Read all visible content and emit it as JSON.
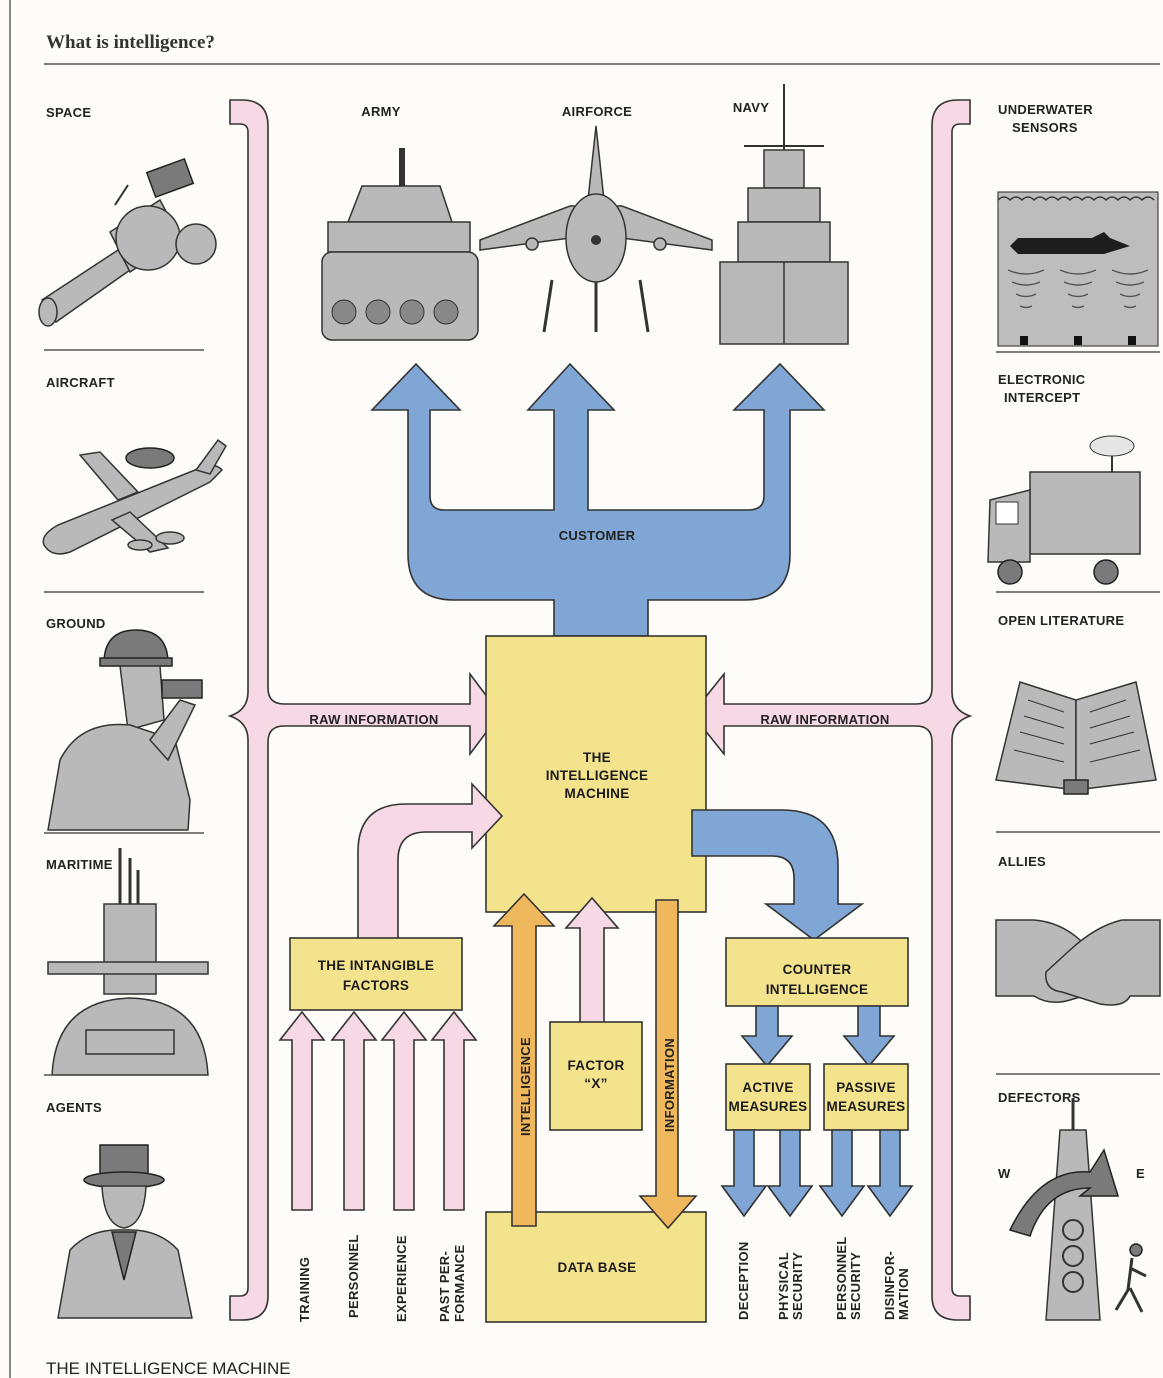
{
  "header": {
    "title": "What is intelligence?"
  },
  "footer": {
    "caption": "THE INTELLIGENCE MACHINE"
  },
  "left_sources": {
    "space": "SPACE",
    "aircraft": "AIRCRAFT",
    "ground": "GROUND",
    "maritime": "MARITIME",
    "agents": "AGENTS"
  },
  "right_sources": {
    "underwater_1": "UNDERWATER",
    "underwater_2": "SENSORS",
    "electronic_1": "ELECTRONIC",
    "electronic_2": "INTERCEPT",
    "open_literature": "OPEN LITERATURE",
    "allies": "ALLIES",
    "defectors": "DEFECTORS",
    "west": "W",
    "east": "E"
  },
  "customers": {
    "army": "ARMY",
    "airforce": "AIRFORCE",
    "navy": "NAVY"
  },
  "flow": {
    "customer": "CUSTOMER",
    "raw_left": "RAW INFORMATION",
    "raw_right": "RAW INFORMATION",
    "machine_1": "THE",
    "machine_2": "INTELLIGENCE",
    "machine_3": "MACHINE",
    "intangible_1": "THE INTANGIBLE",
    "intangible_2": "FACTORS",
    "factor_1": "FACTOR",
    "factor_2": "“X”",
    "intelligence": "INTELLIGENCE",
    "information": "INFORMATION",
    "database": "DATA BASE",
    "counter_1": "COUNTER",
    "counter_2": "INTELLIGENCE",
    "active_1": "ACTIVE",
    "active_2": "MEASURES",
    "passive_1": "PASSIVE",
    "passive_2": "MEASURES"
  },
  "intangible_inputs": [
    "TRAINING",
    "PERSONNEL",
    "EXPERIENCE",
    "PAST PER-",
    "FORMANCE"
  ],
  "measure_outputs": [
    "DECEPTION",
    "PHYSICAL",
    "SECURITY",
    "PERSONNEL",
    "SECURITY",
    "DISINFOR-",
    "MATION"
  ],
  "colors": {
    "raw_information": "#f6d9e4",
    "customer_flow": "#7fa6d4",
    "boxes": "#f4e38d",
    "intelligence_flow": "#f0b85c"
  }
}
